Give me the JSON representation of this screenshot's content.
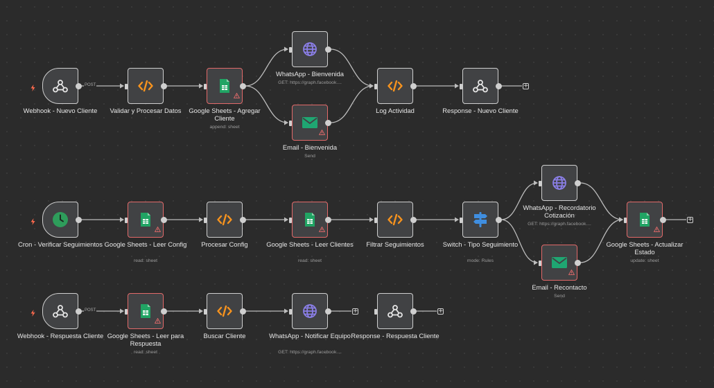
{
  "workflow": {
    "nodes": [
      {
        "id": "webhook-nuevo",
        "label": "Webhook - Nuevo Cliente",
        "sub": "",
        "icon": "webhook-icon",
        "error": false,
        "trigger": true
      },
      {
        "id": "validar",
        "label": "Validar y Procesar Datos",
        "sub": "",
        "icon": "code-icon",
        "error": false,
        "trigger": false
      },
      {
        "id": "gs-agregar",
        "label": "Google Sheets - Agregar Cliente",
        "sub": "append: sheet",
        "icon": "sheets-icon",
        "error": true,
        "trigger": false
      },
      {
        "id": "wa-bienvenida",
        "label": "WhatsApp - Bienvenida",
        "sub": "GET: https://graph.facebook....",
        "icon": "globe-icon",
        "error": false,
        "trigger": false
      },
      {
        "id": "email-bienvenida",
        "label": "Email - Bienvenida",
        "sub": "Send",
        "icon": "mail-icon",
        "error": true,
        "trigger": false
      },
      {
        "id": "log",
        "label": "Log Actividad",
        "sub": "",
        "icon": "code-icon",
        "error": false,
        "trigger": false
      },
      {
        "id": "resp-nuevo",
        "label": "Response - Nuevo Cliente",
        "sub": "",
        "icon": "webhook-icon",
        "error": false,
        "trigger": false
      },
      {
        "id": "cron",
        "label": "Cron - Verificar Seguimientos",
        "sub": "",
        "icon": "clock-icon",
        "error": false,
        "trigger": true
      },
      {
        "id": "gs-leer-config",
        "label": "Google Sheets - Leer Config",
        "sub": "read: sheet",
        "icon": "sheets-icon",
        "error": true,
        "trigger": false
      },
      {
        "id": "procesar",
        "label": "Procesar Config",
        "sub": "",
        "icon": "code-icon",
        "error": false,
        "trigger": false
      },
      {
        "id": "gs-leer-clientes",
        "label": "Google Sheets - Leer Clientes",
        "sub": "read: sheet",
        "icon": "sheets-icon",
        "error": true,
        "trigger": false
      },
      {
        "id": "filtrar",
        "label": "Filtrar Seguimientos",
        "sub": "",
        "icon": "code-icon",
        "error": false,
        "trigger": false
      },
      {
        "id": "switch",
        "label": "Switch - Tipo Seguimiento",
        "sub": "mode: Rules",
        "icon": "switch-icon",
        "error": false,
        "trigger": false
      },
      {
        "id": "wa-recordatorio",
        "label": "WhatsApp - Recordatorio Cotización",
        "sub": "GET: https://graph.facebook....",
        "icon": "globe-icon",
        "error": false,
        "trigger": false
      },
      {
        "id": "email-recontacto",
        "label": "Email - Recontacto",
        "sub": "Send",
        "icon": "mail-icon",
        "error": true,
        "trigger": false
      },
      {
        "id": "gs-actualizar",
        "label": "Google Sheets - Actualizar Estado",
        "sub": "update: sheet",
        "icon": "sheets-icon",
        "error": true,
        "trigger": false
      },
      {
        "id": "webhook-resp",
        "label": "Webhook - Respuesta Cliente",
        "sub": "",
        "icon": "webhook-icon",
        "error": false,
        "trigger": true
      },
      {
        "id": "gs-leer-resp",
        "label": "Google Sheets - Leer para Respuesta",
        "sub": "read: sheet",
        "icon": "sheets-icon",
        "error": true,
        "trigger": false
      },
      {
        "id": "buscar",
        "label": "Buscar Cliente",
        "sub": "",
        "icon": "code-icon",
        "error": false,
        "trigger": false
      },
      {
        "id": "wa-notificar",
        "label": "WhatsApp - Notificar Equipo",
        "sub": "GET: https://graph.facebook....",
        "icon": "globe-icon",
        "error": false,
        "trigger": false
      },
      {
        "id": "resp-respuesta",
        "label": "Response - Respuesta Cliente",
        "sub": "",
        "icon": "webhook-icon",
        "error": false,
        "trigger": false
      }
    ],
    "connection_label": "POST",
    "colors": {
      "background": "#2b2b2b",
      "node_fill": "#414244",
      "node_border": "#d0d0d0",
      "error_border": "#e36a6a",
      "wire": "#bdbdbd",
      "code_orange": "#f7931e",
      "sheets_green": "#21a464",
      "globe_purple": "#8b7fe8",
      "mail_green": "#1fa672",
      "switch_blue": "#3f8ee0",
      "clock_green": "#2e9d5b",
      "trigger_bolt": "#ff6a4d"
    }
  }
}
